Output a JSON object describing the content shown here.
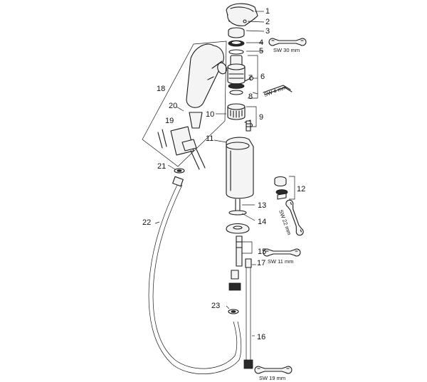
{
  "callouts": [
    {
      "id": "1",
      "label": "1"
    },
    {
      "id": "2",
      "label": "2"
    },
    {
      "id": "3",
      "label": "3"
    },
    {
      "id": "4",
      "label": "4"
    },
    {
      "id": "5",
      "label": "5"
    },
    {
      "id": "6",
      "label": "6"
    },
    {
      "id": "7",
      "label": "7"
    },
    {
      "id": "8",
      "label": "8"
    },
    {
      "id": "9",
      "label": "9"
    },
    {
      "id": "10",
      "label": "10"
    },
    {
      "id": "11",
      "label": "11"
    },
    {
      "id": "12",
      "label": "12"
    },
    {
      "id": "13",
      "label": "13"
    },
    {
      "id": "14",
      "label": "14"
    },
    {
      "id": "15",
      "label": "15"
    },
    {
      "id": "16",
      "label": "16"
    },
    {
      "id": "17",
      "label": "17"
    },
    {
      "id": "18",
      "label": "18"
    },
    {
      "id": "19",
      "label": "19"
    },
    {
      "id": "20",
      "label": "20"
    },
    {
      "id": "21",
      "label": "21"
    },
    {
      "id": "22",
      "label": "22"
    },
    {
      "id": "23",
      "label": "23"
    }
  ],
  "tools": {
    "sw30": "SW 30 mm",
    "sw4": "SW 4 mm",
    "sw22": "SW 22 mm",
    "sw11": "SW 11 mm",
    "sw19": "SW 19 mm"
  }
}
